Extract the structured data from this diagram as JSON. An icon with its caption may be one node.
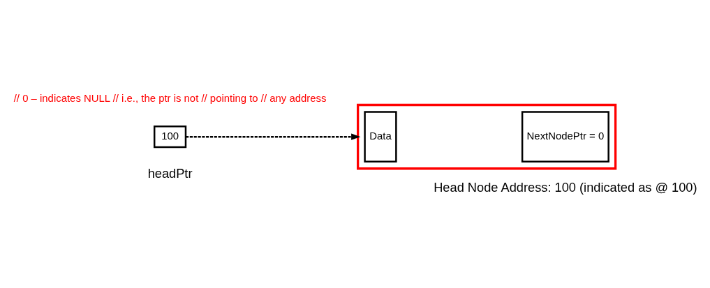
{
  "diagram": {
    "nodes": [
      {
        "text": [],
        "shape": "box",
        "beside": [
          "Head Node Address: 100 (indicated as @ 100)"
        ]
      },
      {
        "text": [
          "Data"
        ],
        "in": 0
      },
      {
        "text": [
          "NextNodePtr = 0"
        ],
        "in": 0
      },
      {
        "text": [
          "100"
        ],
        "beside": [
          "headPtr"
        ]
      }
    ],
    "edges": [
      {
        "from": 3,
        "to": 1,
        "arrow": "to",
        "style": "dashed"
      }
    ],
    "labels": [
      "// 0 – indicates NULL // i.e., the ptr is not // pointing to // any address"
    ]
  }
}
